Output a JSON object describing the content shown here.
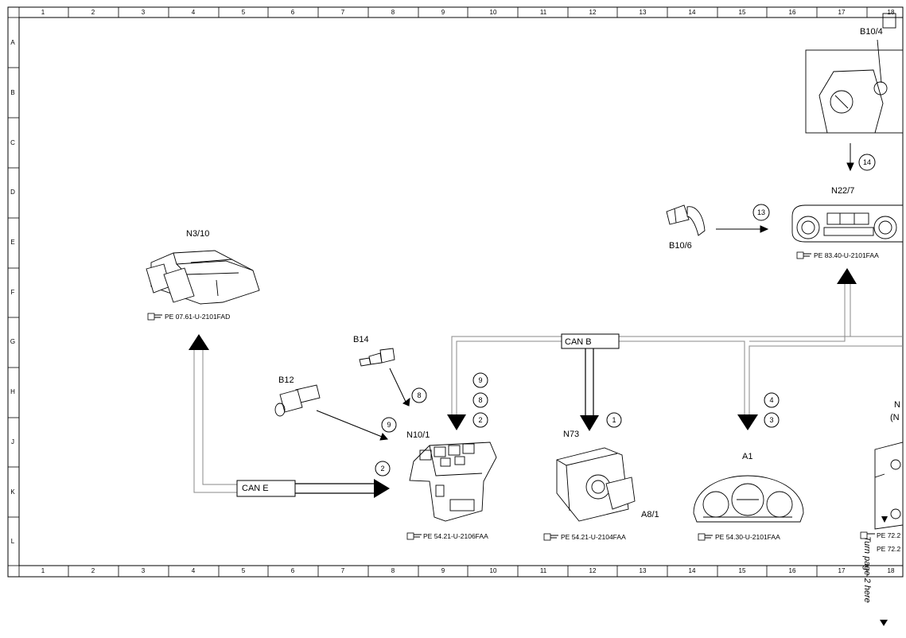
{
  "grid": {
    "columns": [
      "1",
      "2",
      "3",
      "4",
      "5",
      "6",
      "7",
      "8",
      "9",
      "10",
      "11",
      "12",
      "13",
      "14",
      "15",
      "16",
      "17",
      "18"
    ],
    "rows": [
      "A",
      "B",
      "C",
      "D",
      "E",
      "F",
      "G",
      "H",
      "J",
      "K",
      "L"
    ]
  },
  "components": {
    "n3_10": {
      "label": "N3/10",
      "ref": "PE 07.61-U-2101FAD"
    },
    "b14": {
      "label": "B14"
    },
    "b12": {
      "label": "B12"
    },
    "n10_1": {
      "label": "N10/1",
      "ref": "PE 54.21-U-2106FAA"
    },
    "n73": {
      "label": "N73",
      "ref": "PE 54.21-U-2104FAA"
    },
    "a8_1": {
      "label": "A8/1"
    },
    "a1": {
      "label": "A1",
      "ref": "PE 54.30-U-2101FAA"
    },
    "b10_6": {
      "label": "B10/6"
    },
    "n22_7": {
      "label": "N22/7",
      "ref": "PE 83.40-U-2101FAA"
    },
    "b10_4": {
      "label": "B10/4"
    },
    "right_partial": {
      "label": "N",
      "label2": "(N",
      "ref1": "PE 72.2",
      "ref2": "PE 72.2"
    }
  },
  "buses": {
    "can_b": "CAN B",
    "can_e": "CAN E"
  },
  "callouts": [
    "9",
    "8",
    "2",
    "9",
    "8",
    "1",
    "4",
    "3",
    "2",
    "13",
    "14"
  ],
  "side_note": "Turn page 2 here",
  "icons": {
    "reference": "pointing-hand-icon",
    "arrow": "arrowhead-icon"
  }
}
